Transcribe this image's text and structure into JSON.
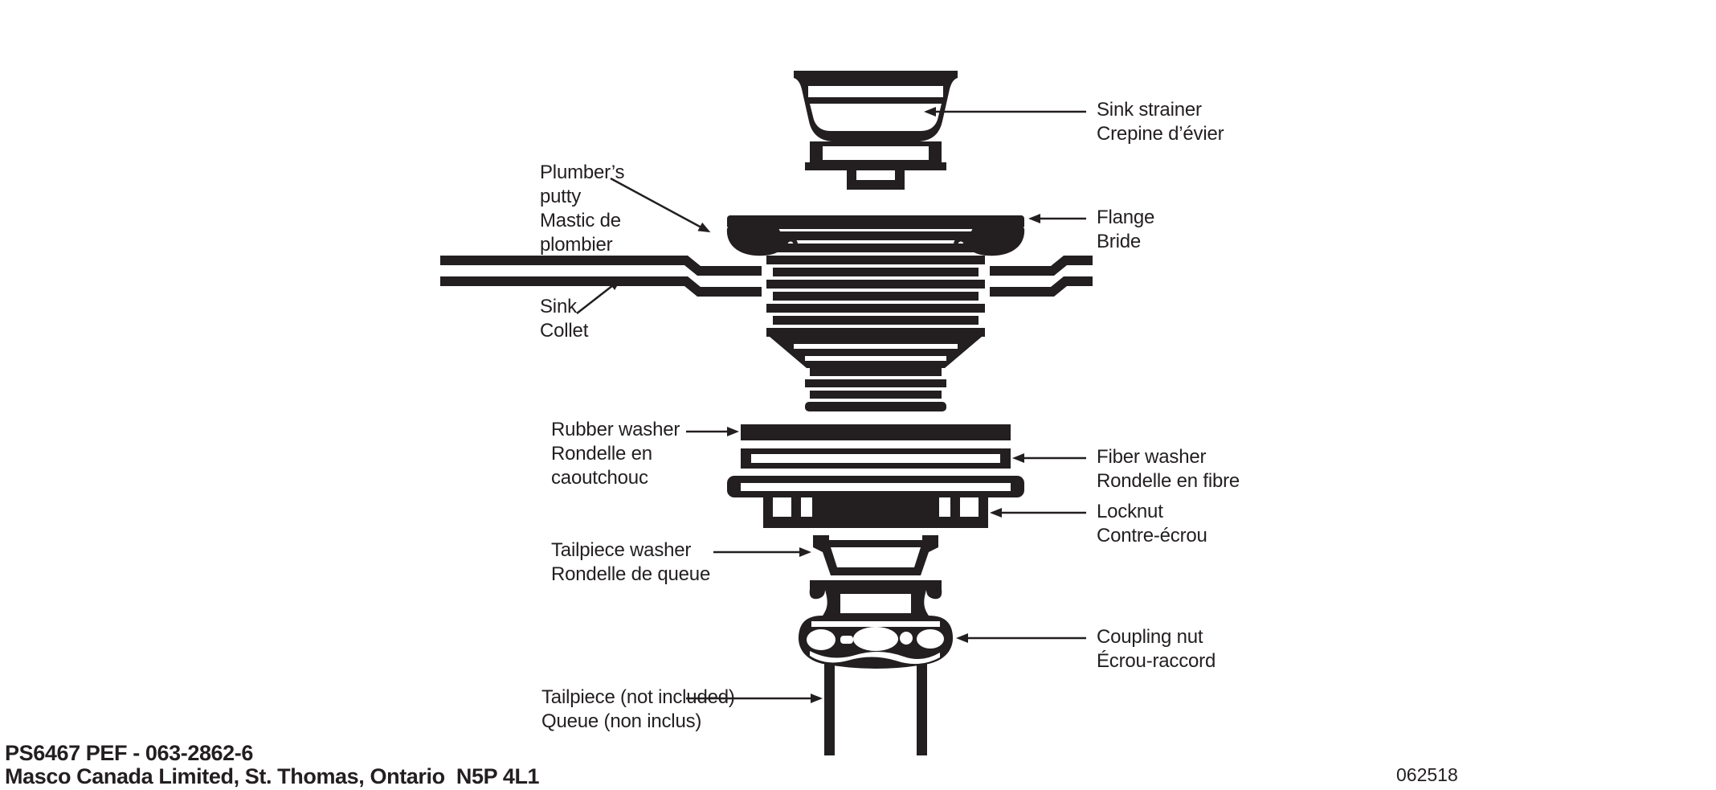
{
  "diagram": {
    "title_semantic": "Sink strainer exploded assembly diagram",
    "ink": "#231f20",
    "labels": {
      "sink_strainer": {
        "en": "Sink strainer",
        "fr": "Crepine d’évier"
      },
      "plumbers_putty": {
        "l1": "Plumber’s",
        "l2": "putty",
        "l3": "Mastic de",
        "l4": "plombier"
      },
      "flange": {
        "en": "Flange",
        "fr": "Bride"
      },
      "sink": {
        "en": "Sink",
        "fr": "Collet"
      },
      "rubber_washer": {
        "l1": "Rubber washer",
        "l2": "Rondelle en",
        "l3": "caoutchouc"
      },
      "fiber_washer": {
        "en": "Fiber washer",
        "fr": "Rondelle en fibre"
      },
      "locknut": {
        "en": "Locknut",
        "fr": "Contre-écrou"
      },
      "tailpiece_washer": {
        "en": "Tailpiece washer",
        "fr": "Rondelle de queue"
      },
      "coupling_nut": {
        "en": "Coupling nut",
        "fr": "Écrou-raccord"
      },
      "tailpiece": {
        "en": "Tailpiece (not included)",
        "fr": "Queue (non inclus)"
      }
    }
  },
  "footer": {
    "part_number": "PS6467 PEF - 063-2862-6",
    "company": "Masco Canada Limited, St. Thomas, Ontario  N5P 4L1",
    "doc_code": "062518"
  }
}
